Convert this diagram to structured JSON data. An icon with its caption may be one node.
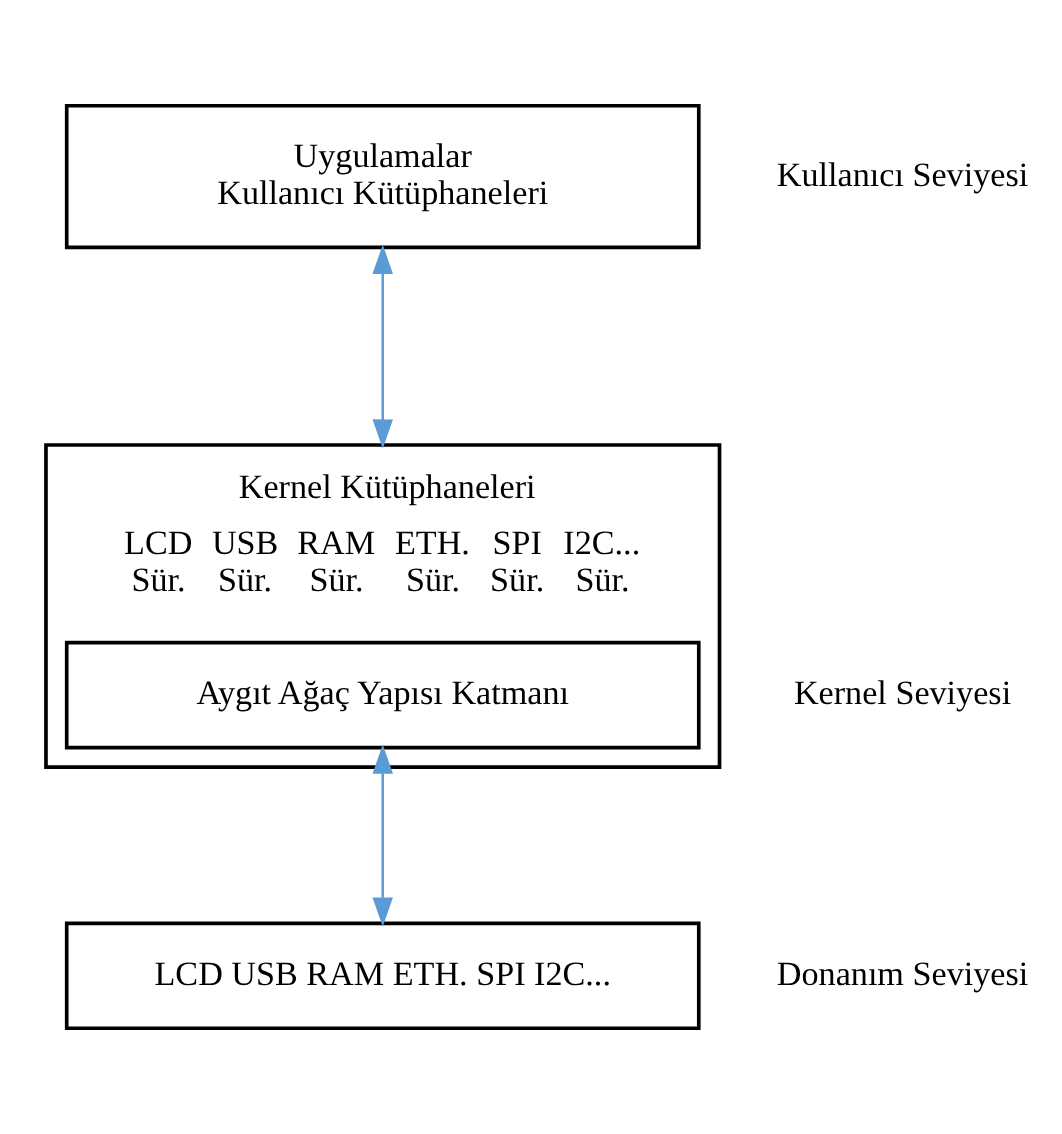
{
  "diagram": {
    "nodes": [
      {
        "text": [
          "Uygulamalar",
          "Kullanıcı Kütüphaneleri"
        ],
        "beside": [
          "Kullanıcı Seviyesi"
        ]
      },
      {
        "text": [
          "Kernel Kütüphaneleri",
          "LCD Sür.",
          "USB Sür.",
          "RAM Sür.",
          "ETH. Sür.",
          "SPI Sür.",
          "I2C... Sür."
        ],
        "beside": [
          "Kernel Seviyesi"
        ]
      },
      {
        "text": [
          "Aygıt Ağaç Yapısı Katmanı"
        ],
        "in": 1
      },
      {
        "text": [
          "LCD USB RAM ETH. SPI I2C..."
        ],
        "beside": [
          "Donanım Seviyesi"
        ]
      }
    ],
    "edges": [
      {
        "from": 0,
        "to": 1,
        "arrow": "both"
      },
      {
        "from": 2,
        "to": 3,
        "arrow": "both"
      }
    ]
  }
}
